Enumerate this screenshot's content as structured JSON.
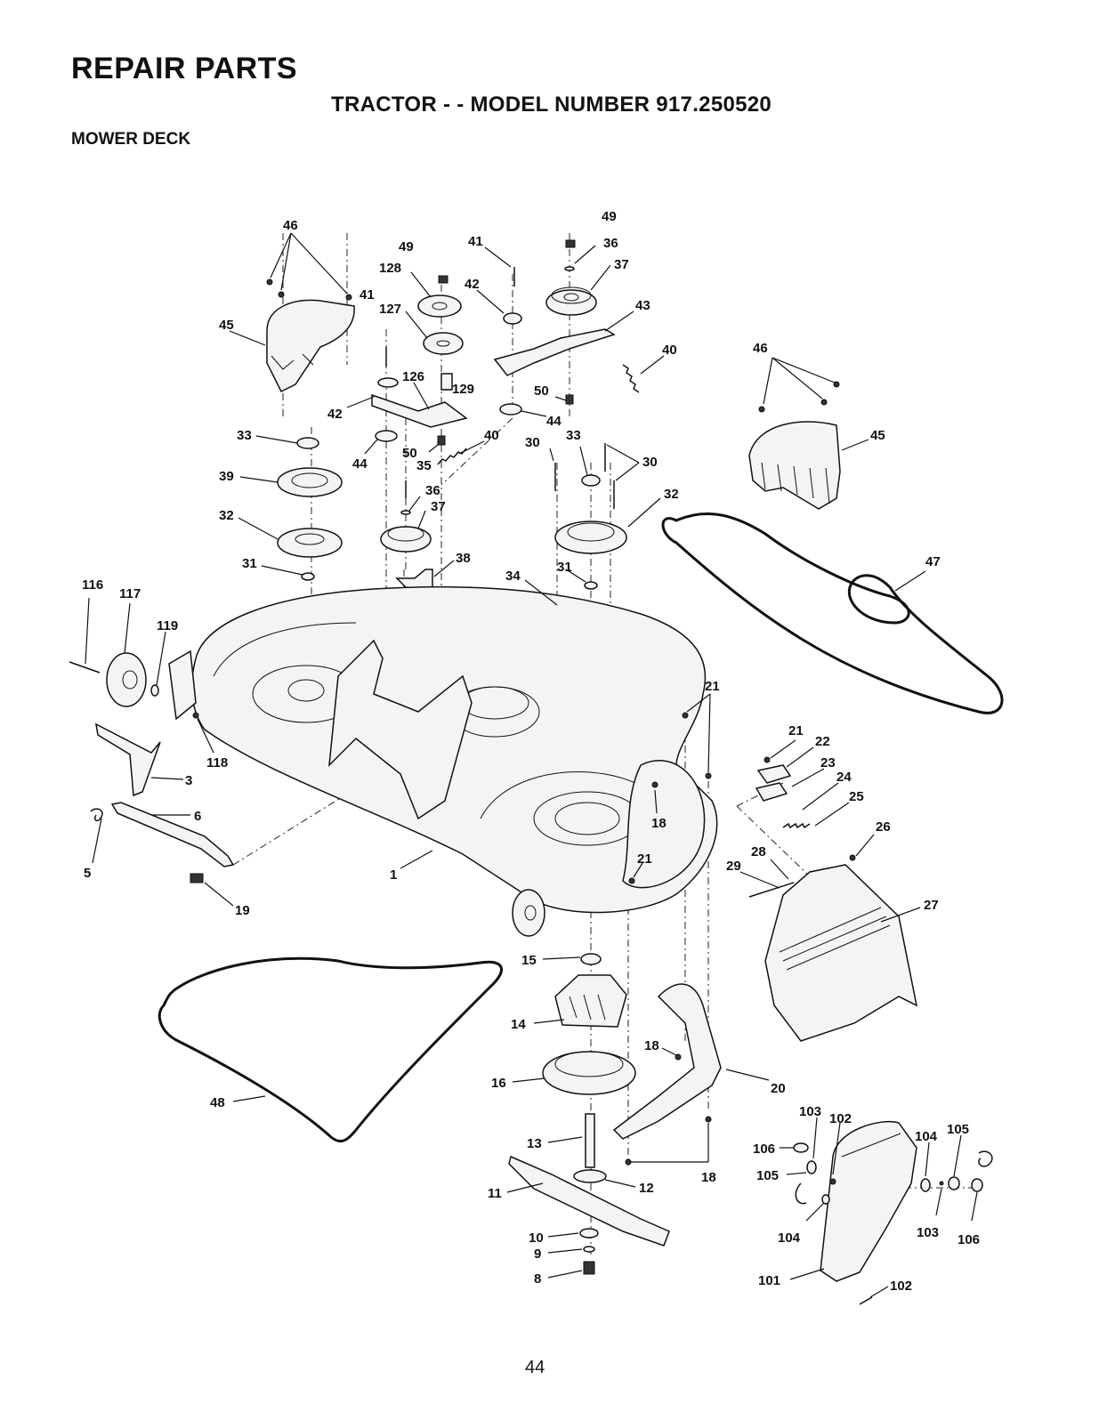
{
  "header": {
    "title": "REPAIR PARTS",
    "model": "TRACTOR - - MODEL NUMBER 917.250520",
    "section": "MOWER DECK"
  },
  "page_number": "44",
  "callouts": [
    {
      "label": "46"
    },
    {
      "label": "49"
    },
    {
      "label": "49"
    },
    {
      "label": "41"
    },
    {
      "label": "36"
    },
    {
      "label": "128"
    },
    {
      "label": "42"
    },
    {
      "label": "37"
    },
    {
      "label": "41"
    },
    {
      "label": "127"
    },
    {
      "label": "43"
    },
    {
      "label": "45"
    },
    {
      "label": "40"
    },
    {
      "label": "46"
    },
    {
      "label": "126"
    },
    {
      "label": "129"
    },
    {
      "label": "50"
    },
    {
      "label": "42"
    },
    {
      "label": "44"
    },
    {
      "label": "33"
    },
    {
      "label": "40"
    },
    {
      "label": "30"
    },
    {
      "label": "33"
    },
    {
      "label": "50"
    },
    {
      "label": "45"
    },
    {
      "label": "44"
    },
    {
      "label": "35"
    },
    {
      "label": "30"
    },
    {
      "label": "39"
    },
    {
      "label": "36"
    },
    {
      "label": "32"
    },
    {
      "label": "37"
    },
    {
      "label": "32"
    },
    {
      "label": "38"
    },
    {
      "label": "31"
    },
    {
      "label": "47"
    },
    {
      "label": "31"
    },
    {
      "label": "34"
    },
    {
      "label": "116"
    },
    {
      "label": "117"
    },
    {
      "label": "119"
    },
    {
      "label": "21"
    },
    {
      "label": "118"
    },
    {
      "label": "21"
    },
    {
      "label": "22"
    },
    {
      "label": "3"
    },
    {
      "label": "23"
    },
    {
      "label": "24"
    },
    {
      "label": "6"
    },
    {
      "label": "25"
    },
    {
      "label": "18"
    },
    {
      "label": "26"
    },
    {
      "label": "21"
    },
    {
      "label": "5"
    },
    {
      "label": "1"
    },
    {
      "label": "28"
    },
    {
      "label": "29"
    },
    {
      "label": "27"
    },
    {
      "label": "19"
    },
    {
      "label": "15"
    },
    {
      "label": "14"
    },
    {
      "label": "18"
    },
    {
      "label": "16"
    },
    {
      "label": "20"
    },
    {
      "label": "48"
    },
    {
      "label": "103"
    },
    {
      "label": "102"
    },
    {
      "label": "104"
    },
    {
      "label": "105"
    },
    {
      "label": "106"
    },
    {
      "label": "13"
    },
    {
      "label": "105"
    },
    {
      "label": "18"
    },
    {
      "label": "11"
    },
    {
      "label": "12"
    },
    {
      "label": "104"
    },
    {
      "label": "103"
    },
    {
      "label": "106"
    },
    {
      "label": "10"
    },
    {
      "label": "9"
    },
    {
      "label": "8"
    },
    {
      "label": "101"
    },
    {
      "label": "102"
    }
  ]
}
